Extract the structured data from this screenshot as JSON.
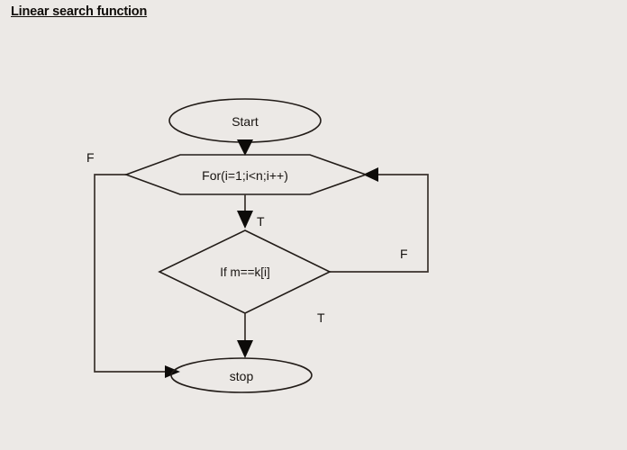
{
  "page": {
    "title": "Linear search function",
    "background_color": "#ece9e6",
    "line_color": "#3a322c",
    "text_color": "#171310"
  },
  "chart_data": {
    "type": "diagram",
    "title": "Linear search function",
    "nodes": [
      {
        "id": "start",
        "shape": "ellipse",
        "label": "Start"
      },
      {
        "id": "for_loop",
        "shape": "hexagon",
        "label": "For(i=1;i<n;i++)"
      },
      {
        "id": "condition",
        "shape": "diamond",
        "label": "If m==k[i]"
      },
      {
        "id": "stop",
        "shape": "ellipse",
        "label": "stop"
      }
    ],
    "edges": [
      {
        "from": "start",
        "to": "for_loop",
        "label": ""
      },
      {
        "from": "for_loop",
        "to": "condition",
        "label": "T"
      },
      {
        "from": "for_loop",
        "to": "stop",
        "label": "F"
      },
      {
        "from": "condition",
        "to": "stop",
        "label": "T"
      },
      {
        "from": "condition",
        "to": "for_loop",
        "label": "F"
      }
    ]
  },
  "nodes": {
    "start": {
      "label": "Start"
    },
    "for_loop": {
      "label": "For(i=1;i<n;i++)"
    },
    "condition": {
      "label": "If m==k[i]"
    },
    "stop": {
      "label": "stop"
    }
  },
  "branch_labels": {
    "loop_false": "F",
    "loop_true": "T",
    "cond_false": "F",
    "cond_true": "T"
  }
}
